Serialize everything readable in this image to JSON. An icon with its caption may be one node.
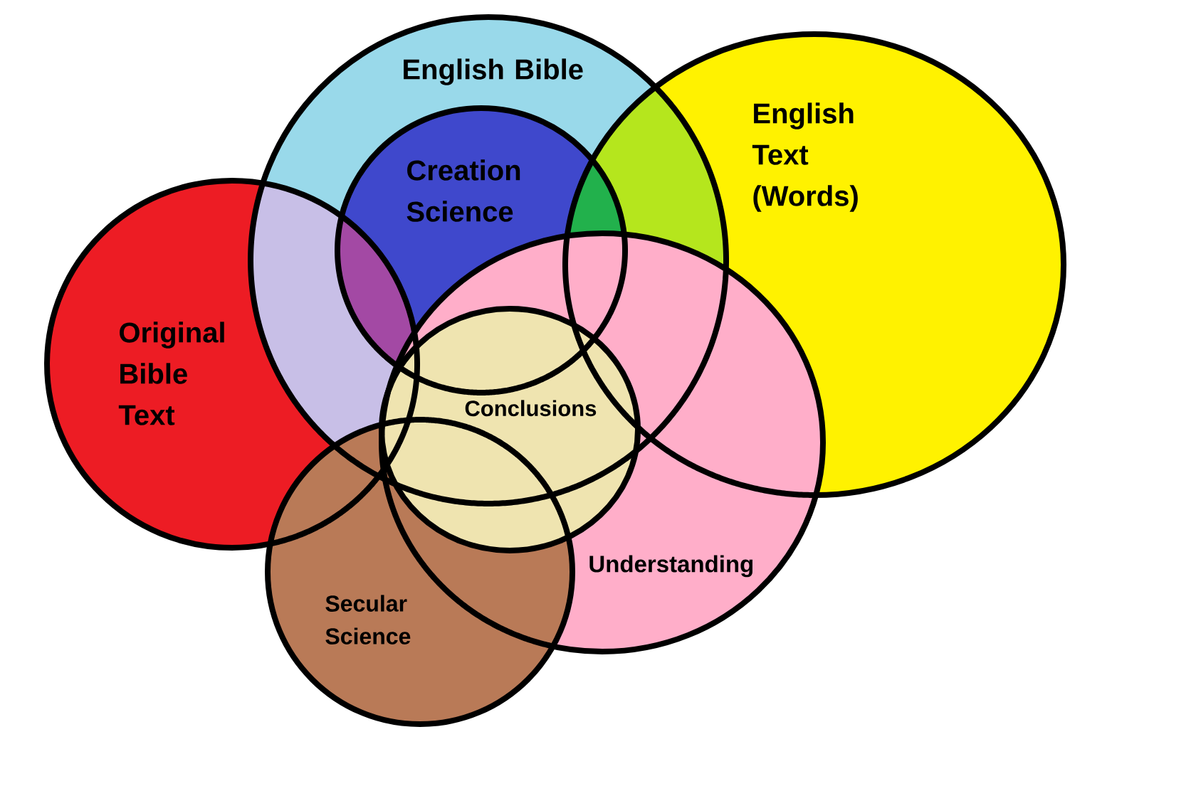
{
  "diagram": {
    "nodes": [
      {
        "text": [
          "English Bible"
        ]
      },
      {
        "text": [
          "English Text (Words)"
        ]
      },
      {
        "text": [
          "Creation Science"
        ],
        "in": 0
      },
      {
        "text": [
          "Original Bible Text"
        ]
      },
      {
        "text": [
          "Understanding"
        ]
      },
      {
        "text": [
          "Conclusions"
        ],
        "in": 4
      },
      {
        "text": [
          "Secular Science"
        ]
      }
    ]
  }
}
